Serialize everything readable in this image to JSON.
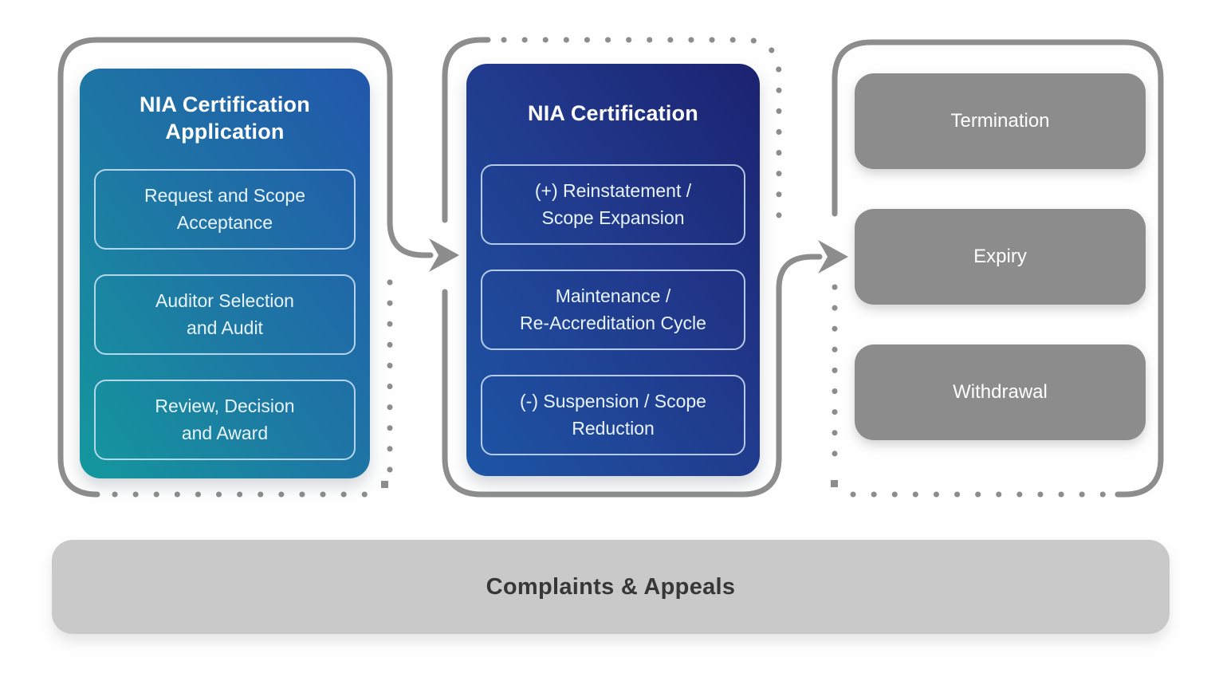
{
  "diagram": {
    "panels": {
      "application": {
        "title": "NIA Certification\nApplication",
        "steps": [
          {
            "label": "Request and Scope\nAcceptance"
          },
          {
            "label": "Auditor Selection\nand Audit"
          },
          {
            "label": "Review, Decision\nand Award"
          }
        ]
      },
      "certification": {
        "title": "NIA Certification",
        "steps": [
          {
            "label": "(+) Reinstatement /\nScope Expansion"
          },
          {
            "label": "Maintenance /\nRe-Accreditation Cycle"
          },
          {
            "label": "(-) Suspension / Scope\nReduction"
          }
        ]
      },
      "outcomes": {
        "items": [
          {
            "label": "Termination"
          },
          {
            "label": "Expiry"
          },
          {
            "label": "Withdrawal"
          }
        ]
      }
    },
    "footer": {
      "label": "Complaints & Appeals"
    },
    "connectors": {
      "arrow_1": "application-to-certification",
      "arrow_2": "certification-to-outcomes"
    },
    "colors": {
      "bracket_gray": "#8d8d8d",
      "application_gradient_start": "#13989d",
      "application_gradient_end": "#2256ab",
      "certification_gradient_start": "#1e55a5",
      "certification_gradient_end": "#1b2270",
      "outcome_box_gray": "#8c8c8c",
      "footer_bar_gray": "#c9c9c9",
      "card_text": "#ffffff",
      "footer_text": "#373737"
    }
  }
}
